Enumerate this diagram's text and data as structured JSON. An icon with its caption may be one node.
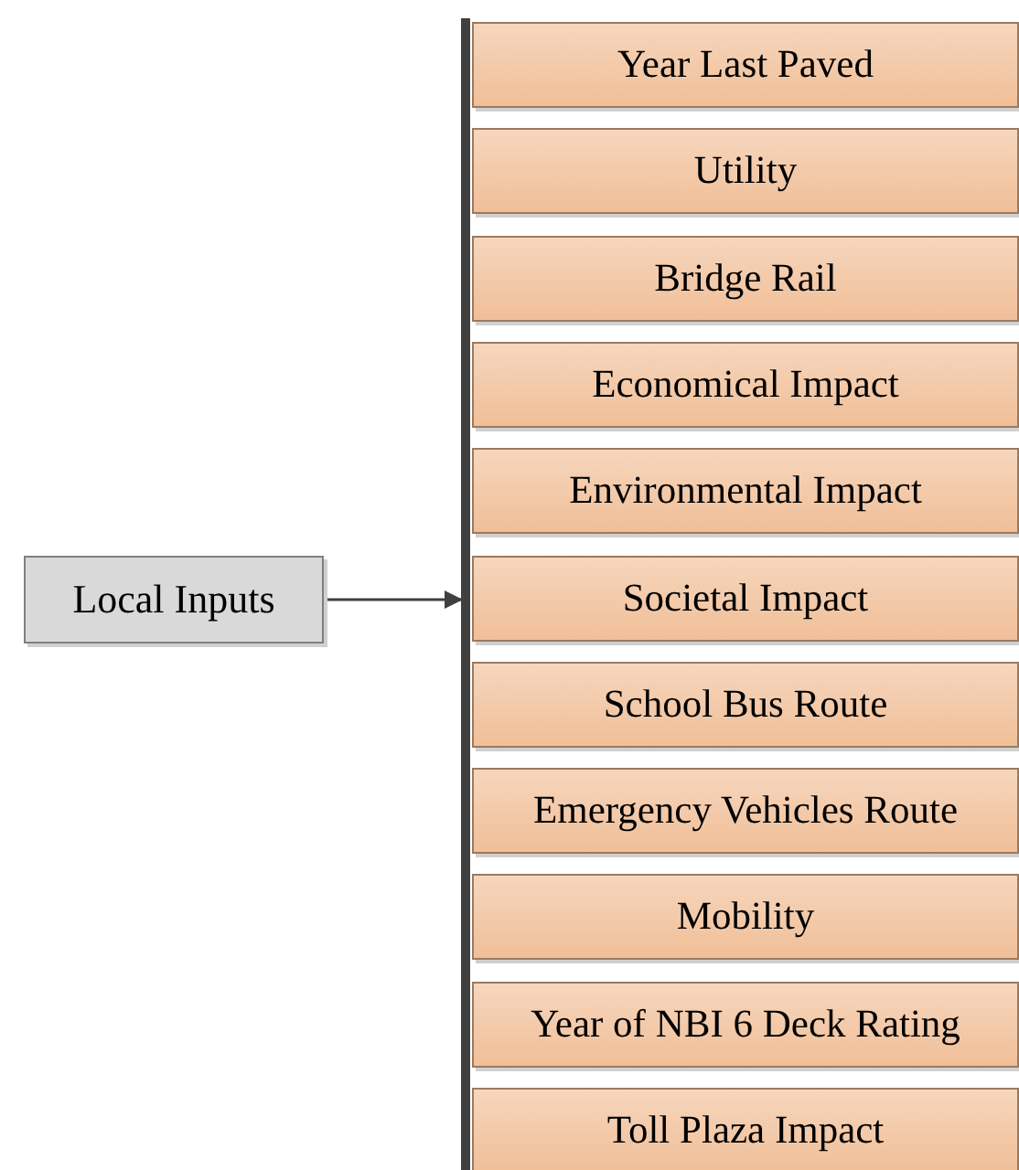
{
  "diagram": {
    "nodes": [
      {
        "text": [
          "Local Inputs"
        ]
      },
      {
        "text": [],
        "shape": "bar"
      },
      {
        "text": [
          "Year Last Paved"
        ]
      },
      {
        "text": [
          "Utility"
        ]
      },
      {
        "text": [
          "Bridge Rail"
        ]
      },
      {
        "text": [
          "Economical Impact"
        ]
      },
      {
        "text": [
          "Environmental Impact"
        ]
      },
      {
        "text": [
          "Societal Impact"
        ]
      },
      {
        "text": [
          "School Bus Route"
        ]
      },
      {
        "text": [
          "Emergency Vehicles Route"
        ]
      },
      {
        "text": [
          "Mobility"
        ]
      },
      {
        "text": [
          "Year of NBI 6 Deck Rating"
        ]
      },
      {
        "text": [
          "Toll Plaza Impact"
        ]
      }
    ],
    "edges": [
      {
        "from": 0,
        "to": 1,
        "arrow": "to"
      }
    ]
  }
}
